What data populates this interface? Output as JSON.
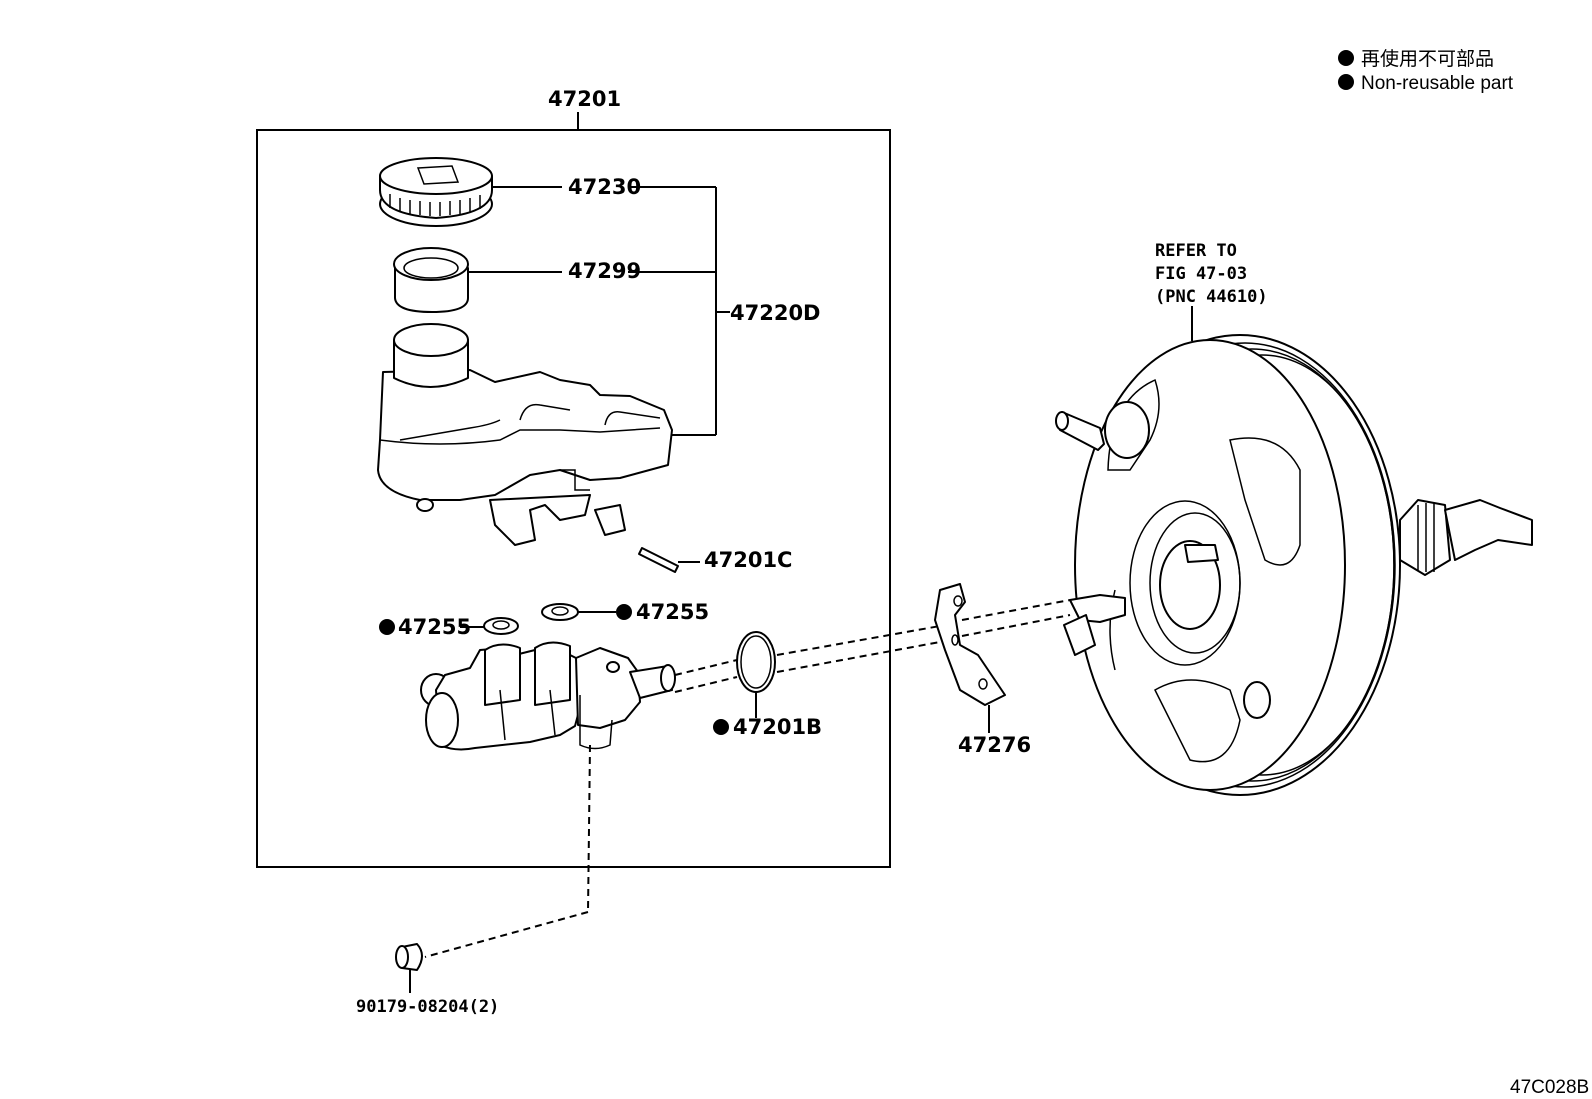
{
  "legend": {
    "non_reusable_jp": "再使用不可部品",
    "non_reusable_en": "Non-reusable part"
  },
  "labels": {
    "assembly": "47201",
    "cap": "47230",
    "strainer": "47299",
    "reservoir": "47220D",
    "pin": "47201C",
    "grommet_left": "47255",
    "grommet_right": "47255",
    "o_ring": "47201B",
    "gasket": "47276",
    "plug": "90179-08204(2)",
    "booster_ref_line1": "REFER TO",
    "booster_ref_line2": "FIG 47-03",
    "booster_ref_line3": "(PNC 44610)",
    "figure_code": "47C028B"
  }
}
